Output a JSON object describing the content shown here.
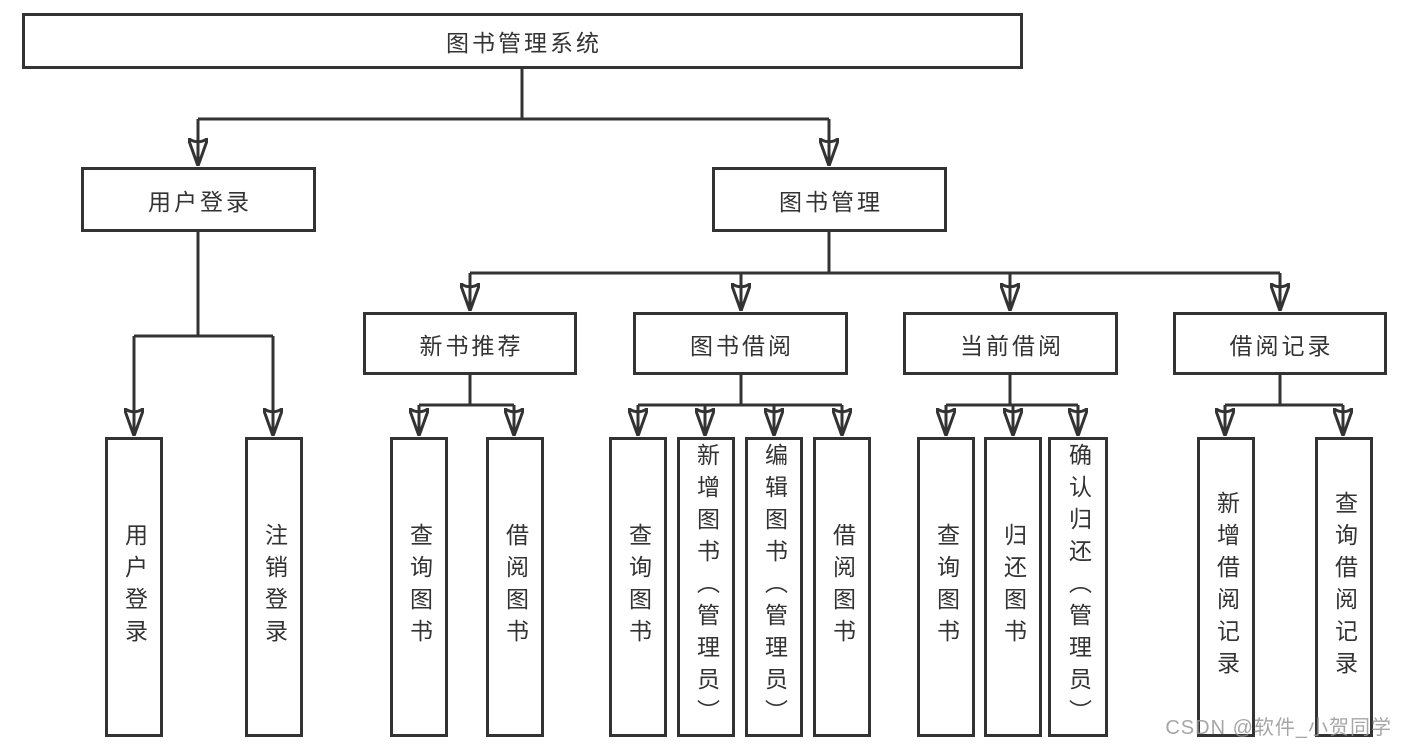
{
  "diagram": {
    "title": "图书管理系统",
    "branches": {
      "user_login": {
        "label": "用户登录",
        "leaves": {
          "login": "用户登录",
          "logout": "注销登录"
        }
      },
      "book_mgmt": {
        "label": "图书管理",
        "sections": {
          "new_book": {
            "label": "新书推荐",
            "leaves": {
              "query": "查询图书",
              "borrow": "借阅图书"
            }
          },
          "borrowing": {
            "label": "图书借阅",
            "leaves": {
              "query": "查询图书",
              "add": "新增图书（管理员）",
              "edit": "编辑图书（管理员）",
              "borrow": "借阅图书"
            }
          },
          "current": {
            "label": "当前借阅",
            "leaves": {
              "query": "查询图书",
              "return": "归还图书",
              "confirm": "确认归还（管理员）"
            }
          },
          "records": {
            "label": "借阅记录",
            "leaves": {
              "add": "新增借阅记录",
              "query": "查询借阅记录"
            }
          }
        }
      }
    }
  },
  "watermark": {
    "text": "CSDN @软件_小贺同学"
  },
  "colors": {
    "line": "#333333",
    "text": "#333333",
    "box_background": "#ffffff",
    "watermark": "#969699"
  }
}
